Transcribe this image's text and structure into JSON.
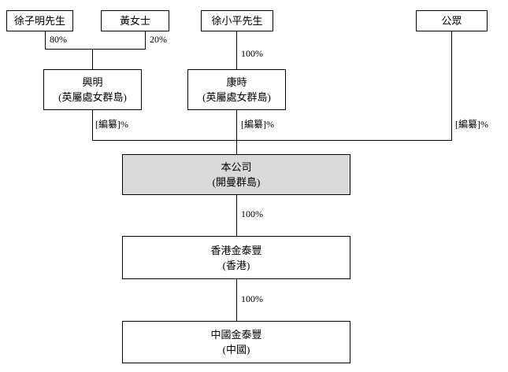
{
  "diagram": {
    "title": "corporate-shareholding-structure",
    "nodes": {
      "xu_ziming": {
        "label": "徐子明先生"
      },
      "ms_huang": {
        "label": "黃女士"
      },
      "xu_xiaoping": {
        "label": "徐小平先生"
      },
      "public": {
        "label": "公眾"
      },
      "xingming": {
        "name": "興明",
        "jurisdiction": "(英屬處女群島)"
      },
      "kangshi": {
        "name": "康時",
        "jurisdiction": "(英屬處女群島)"
      },
      "company": {
        "name": "本公司",
        "jurisdiction": "(開曼群島)"
      },
      "hk_jintaifeng": {
        "name": "香港金泰豐",
        "jurisdiction": "(香港)"
      },
      "cn_jintaifeng": {
        "name": "中國金泰豐",
        "jurisdiction": "(中國)"
      }
    },
    "edges": {
      "xu_ziming_to_xingming": "80%",
      "ms_huang_to_xingming": "20%",
      "xu_xiaoping_to_kangshi": "100%",
      "xingming_to_company": "[編纂]%",
      "kangshi_to_company": "[編纂]%",
      "public_to_company": "[編纂]%",
      "company_to_hk": "100%",
      "hk_to_cn": "100%"
    },
    "colors": {
      "company_fill": "#d9d9d9",
      "line": "#000000",
      "background": "#ffffff"
    }
  }
}
